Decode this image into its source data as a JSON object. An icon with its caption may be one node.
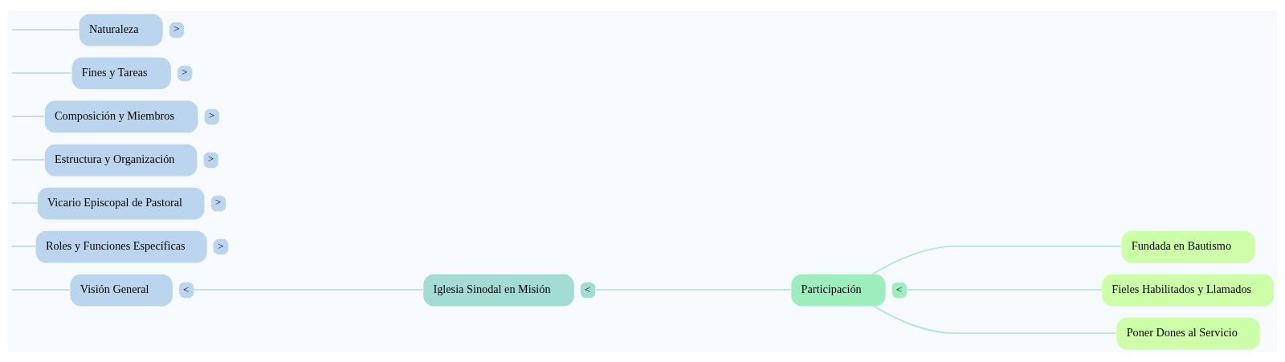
{
  "diagram": {
    "nodes": [
      {
        "text": [
          "Naturaleza"
        ],
        "beside": [
          ">"
        ]
      },
      {
        "text": [
          "Fines y Tareas"
        ],
        "beside": [
          ">"
        ]
      },
      {
        "text": [
          "Composición y Miembros"
        ],
        "beside": [
          ">"
        ]
      },
      {
        "text": [
          "Estructura y Organización"
        ],
        "beside": [
          ">"
        ]
      },
      {
        "text": [
          "Vicario Episcopal de Pastoral"
        ],
        "beside": [
          ">"
        ]
      },
      {
        "text": [
          "Roles y Funciones Específicas"
        ],
        "beside": [
          ">"
        ]
      },
      {
        "text": [
          "Visión General"
        ],
        "beside": [
          "<"
        ]
      },
      {
        "text": [
          "Iglesia Sinodal en Misión"
        ],
        "beside": [
          "<"
        ]
      },
      {
        "text": [
          "Participación"
        ],
        "beside": [
          "<"
        ]
      },
      {
        "text": [
          "Fundada en Bautismo"
        ]
      },
      {
        "text": [
          "Fieles Habilitados y Llamados"
        ]
      },
      {
        "text": [
          "Poner Dones al Servicio"
        ]
      }
    ],
    "edges": [
      {
        "from": null,
        "to": 0,
        "arrow": "none"
      },
      {
        "from": null,
        "to": 1,
        "arrow": "none"
      },
      {
        "from": null,
        "to": 2,
        "arrow": "none"
      },
      {
        "from": null,
        "to": 3,
        "arrow": "none"
      },
      {
        "from": null,
        "to": 4,
        "arrow": "none"
      },
      {
        "from": null,
        "to": 5,
        "arrow": "none"
      },
      {
        "from": null,
        "to": 6,
        "arrow": "none"
      },
      {
        "from": 6,
        "to": 7,
        "arrow": "none"
      },
      {
        "from": 7,
        "to": 8,
        "arrow": "none",
        "color": "#a6e9c3"
      },
      {
        "from": 8,
        "to": 9,
        "arrow": "none",
        "color": "#a6e9c3"
      },
      {
        "from": 8,
        "to": 10,
        "arrow": "none",
        "color": "#a6e9c3"
      },
      {
        "from": 8,
        "to": 11,
        "arrow": "none",
        "color": "#a6e9c3"
      }
    ]
  }
}
